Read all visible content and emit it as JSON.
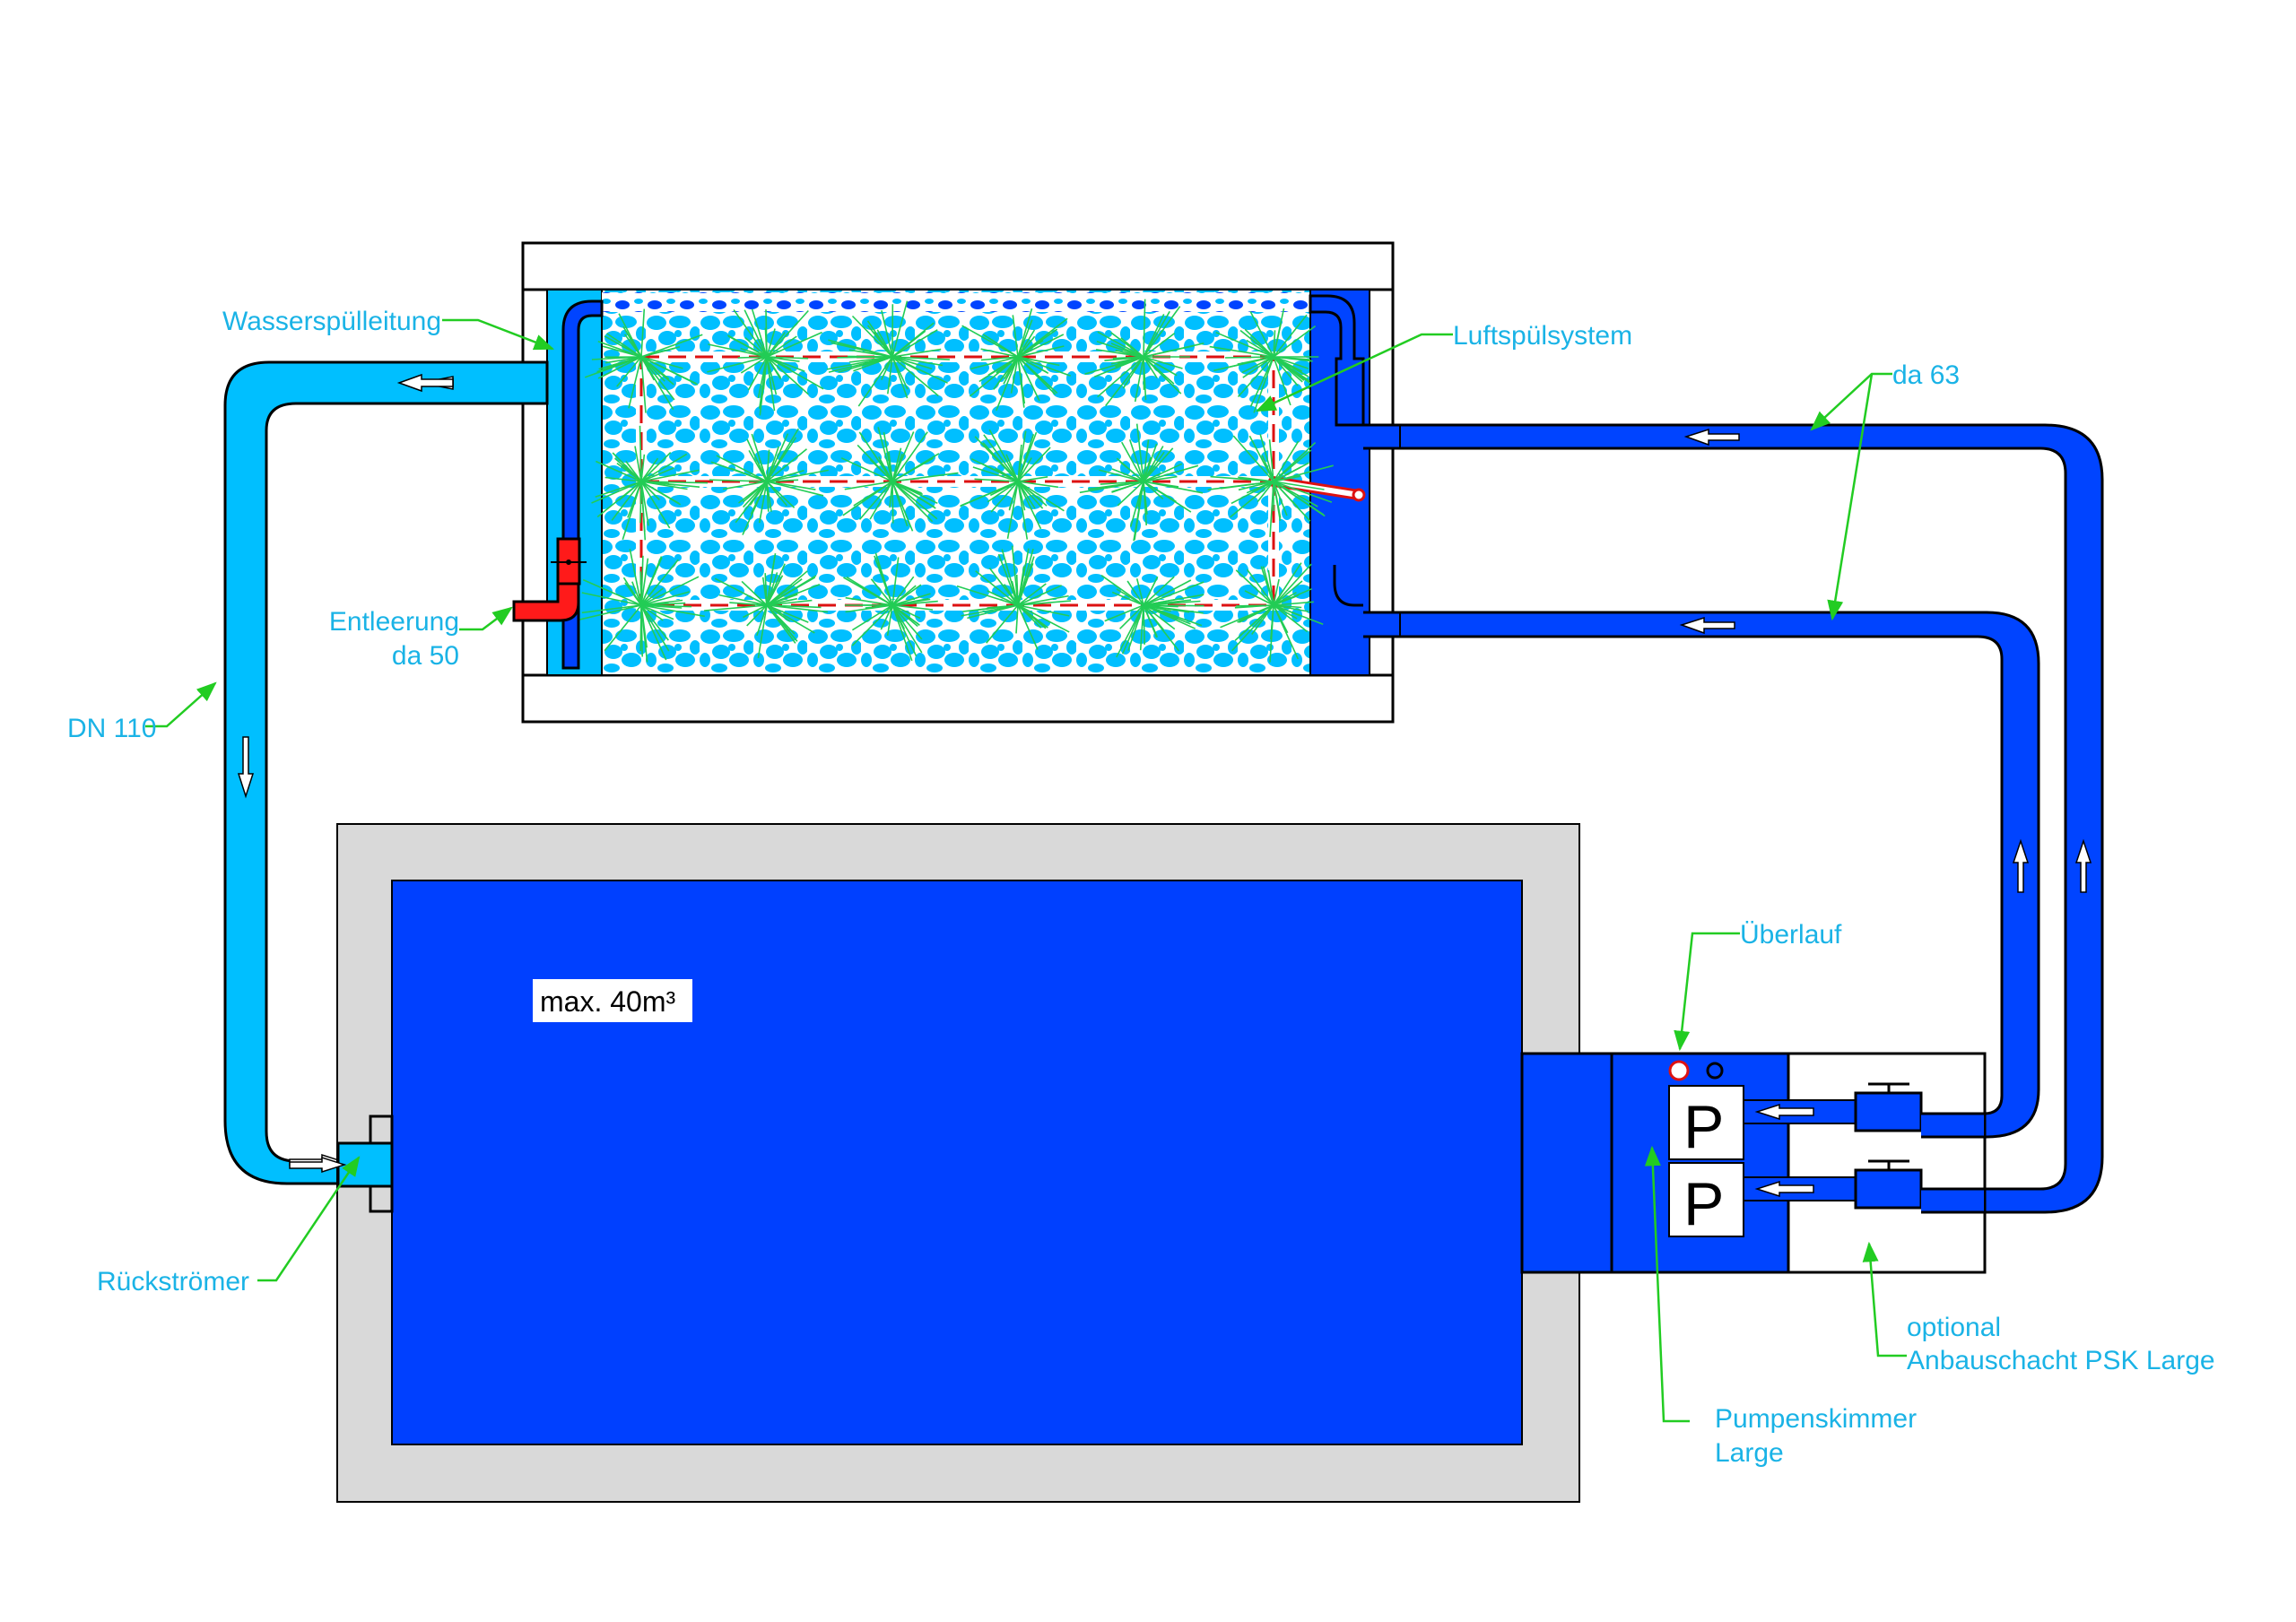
{
  "diagram": {
    "colors": {
      "light_pipe": "#00bfff",
      "dark_pipe": "#0044ff",
      "pool_water": "#0040ff",
      "pool_border": "#d9d9d9",
      "drain": "#ff1a1a",
      "leader_line": "#22cc22",
      "label_text": "#1ab3e6"
    },
    "labels": {
      "wasserspuelleitung": "Wasserspülleitung",
      "luftspuelsystem": "Luftspülsystem",
      "da63": "da 63",
      "entleerung_line1": "Entleerung",
      "entleerung_line2": "da 50",
      "dn110": "DN 110",
      "rueckstroemer": "Rückströmer",
      "ueberlauf": "Überlauf",
      "optional_line1": "optional",
      "optional_line2": "Anbauschacht PSK Large",
      "pumpenskimmer_line1": "Pumpenskimmer",
      "pumpenskimmer_line2": "Large"
    },
    "pool": {
      "volume_label": "max. 40m³"
    },
    "pumps": [
      {
        "label": "P"
      },
      {
        "label": "P"
      }
    ]
  }
}
